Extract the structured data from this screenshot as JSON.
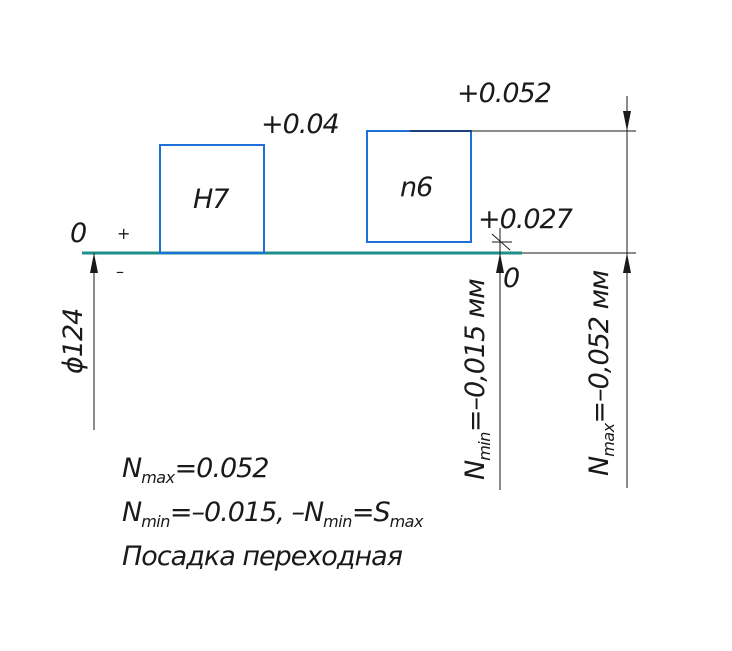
{
  "zero_left": "0",
  "zero_right": "0",
  "plus_sign": "+",
  "minus_sign": "–",
  "hole": {
    "label": "H7",
    "upper_dev": "+0.04"
  },
  "shaft": {
    "label": "n6",
    "upper_dev": "+0.052",
    "lower_dev": "+0.027"
  },
  "diameter": "ϕ124",
  "nmin_dim": {
    "sym": "N",
    "sub": "min",
    "value": "=–0,015 мм"
  },
  "nmax_dim": {
    "sym": "N",
    "sub": "max",
    "value": "=–0,052 мм"
  },
  "formulas": {
    "line1": {
      "sym": "N",
      "sub": "max",
      "rest": "=0.052"
    },
    "line2": {
      "sym": "N",
      "sub": "min",
      "rest": "=–0.015,  –N",
      "sub2": "min",
      "rest2": "=S",
      "sub3": "max"
    },
    "line3": "Посадка переходная"
  },
  "colors": {
    "tolerance": "#1e6fd9",
    "zero_line": "#1f8f8a",
    "ink": "#1a1a1a"
  }
}
